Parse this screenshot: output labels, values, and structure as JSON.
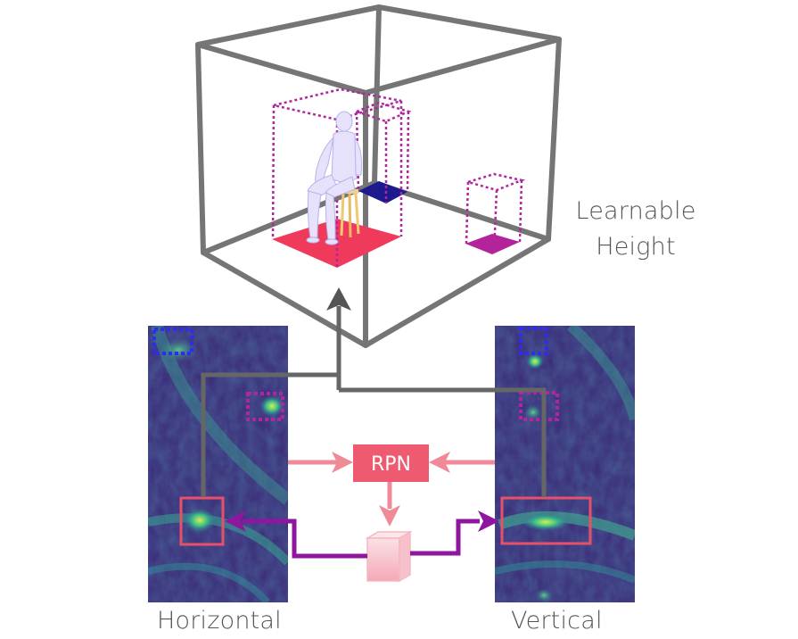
{
  "labels": {
    "horizontal": "Horizontal",
    "vertical": "Vertical",
    "learnable_height_line1": "Learnable",
    "learnable_height_line2": "Height",
    "rpn": "RPN"
  },
  "colors": {
    "cube_edge": "#757575",
    "arrow_gray": "#666666",
    "rpn_box": "#ee5a70",
    "rpn_arrow": "#f08a98",
    "purple_arrow": "#8f169f",
    "floor_red": "#f03a5c",
    "floor_navy": "#1c1a8c",
    "floor_magenta": "#b3249a",
    "dotted_magenta": "#b0269e",
    "dotted_blue": "#2d2df0",
    "detect_box": "#e8506a",
    "heatmap_bg": "#3b2a78"
  },
  "icons": {
    "person": "seated-person-icon",
    "anchor_cube": "anchor-cube-icon"
  }
}
